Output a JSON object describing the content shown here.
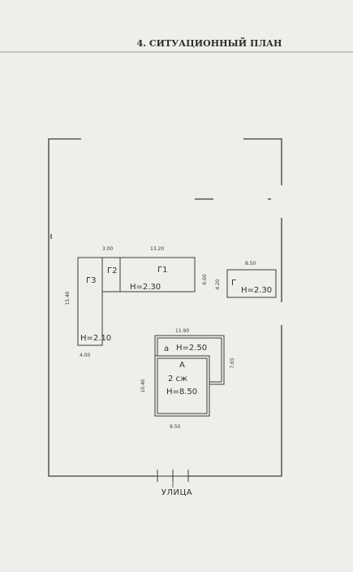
{
  "heading": "4. СИТУАЦИОННЫЙ ПЛАН",
  "street": "УЛИЦА",
  "buildings": {
    "g3": {
      "label": "Г3",
      "height": "Н=2.10"
    },
    "g2": {
      "label": "Г2"
    },
    "g1": {
      "label": "Г1",
      "height": "Н=2.30"
    },
    "g": {
      "label": "Г",
      "height": "Н=2.30"
    },
    "a": {
      "label": "А",
      "floors": "2 сж",
      "height": "Н=8.50"
    },
    "a_annex": {
      "label": "а",
      "height": "Н=2.50"
    }
  },
  "dimensions": {
    "g2_width": "3.00",
    "g1_width": "13.20",
    "g1_depth": "6.00",
    "g3_length": "15.40",
    "g3_width": "4.00",
    "g_width": "8.50",
    "g_depth": "4.20",
    "a_top_width": "11.90",
    "a_annex_depth": "7.65",
    "a_length": "10.40",
    "a_width": "9.50"
  }
}
